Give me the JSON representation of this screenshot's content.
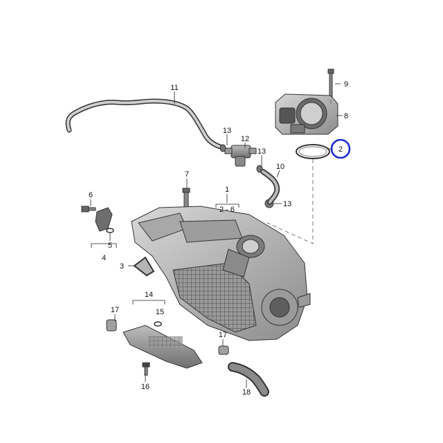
{
  "diagram": {
    "labels": {
      "p1": "1",
      "p1_range": "2 - 6",
      "p2": "2",
      "p3": "3",
      "p4": "4",
      "p5": "5",
      "p6": "6",
      "p7": "7",
      "p8": "8",
      "p9": "9",
      "p10": "10",
      "p11": "11",
      "p12": "12",
      "p13a": "13",
      "p13b": "13",
      "p13c": "13",
      "p14": "14",
      "p15": "15",
      "p16": "16",
      "p17a": "17",
      "p17b": "17",
      "p18": "18"
    },
    "highlighted_part": "2",
    "highlight_color": "#1a2ccf"
  }
}
